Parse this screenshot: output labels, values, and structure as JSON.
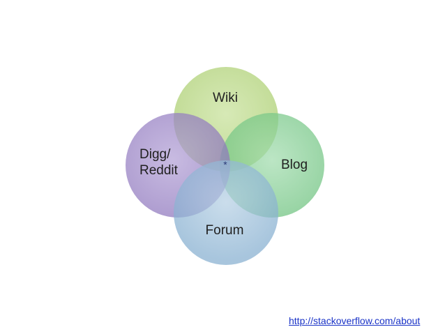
{
  "diagram": {
    "type": "venn",
    "circles": [
      {
        "id": "wiki",
        "label_lines": [
          "Wiki"
        ],
        "color": "#b5d67a"
      },
      {
        "id": "blog",
        "label_lines": [
          "Blog"
        ],
        "color": "#7dce8f"
      },
      {
        "id": "forum",
        "label_lines": [
          "Forum"
        ],
        "color": "#92b9d6"
      },
      {
        "id": "digg",
        "label_lines": [
          "Digg/",
          "Reddit"
        ],
        "color": "#9c85c6"
      }
    ],
    "center_mark": "*",
    "center_color": "#2b3a78"
  },
  "source_link": {
    "text": "http://stackoverflow.com/about",
    "color": "#1a33c7"
  }
}
